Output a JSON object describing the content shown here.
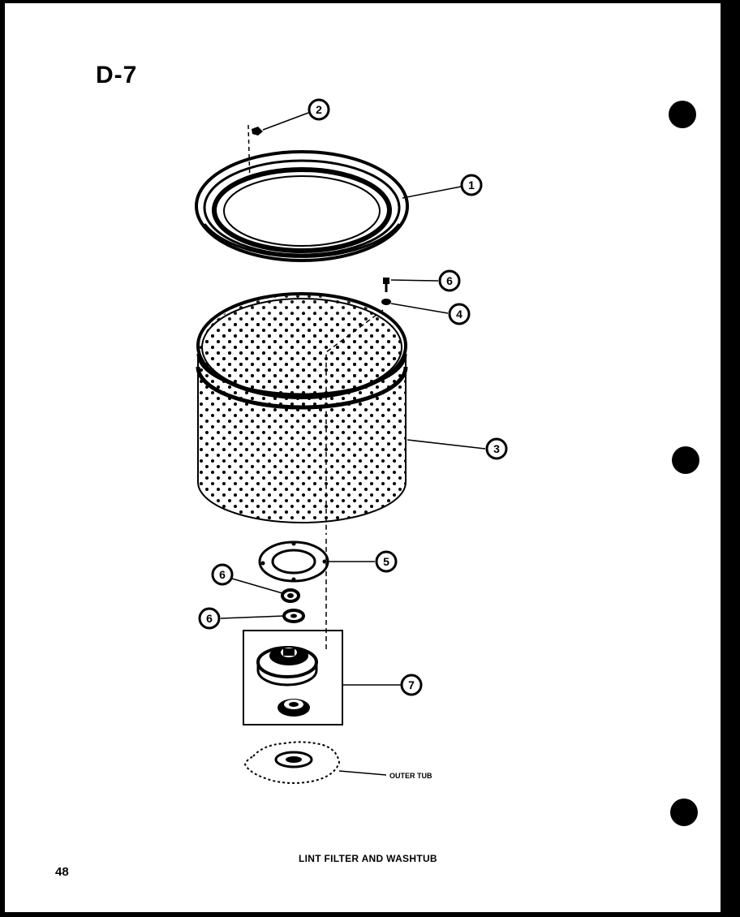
{
  "page_id": "D-7",
  "page_number": "48",
  "caption": "LINT FILTER AND WASHTUB",
  "callouts": {
    "c1": "1",
    "c2": "2",
    "c3": "3",
    "c4": "4",
    "c5": "5",
    "c6a": "6",
    "c6b": "6",
    "c6c": "6",
    "c7": "7"
  },
  "outer_tub_label": "OUTER TUB"
}
